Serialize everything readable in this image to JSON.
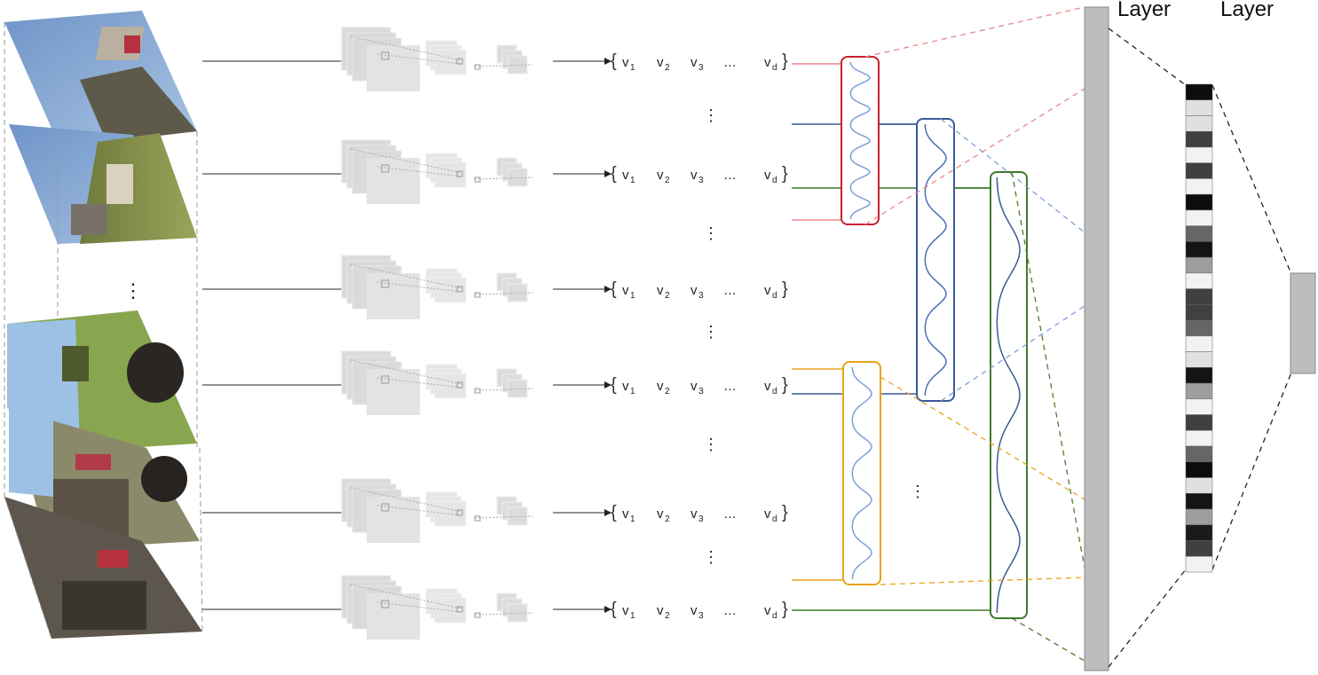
{
  "labels": {
    "layer_a": "Layer",
    "layer_b": "Layer",
    "ellipsis": "⋮",
    "dots": "…"
  },
  "vector": {
    "v1": "v",
    "v1_sub": "1",
    "v2": "v",
    "v2_sub": "2",
    "v3": "v",
    "v3_sub": "3",
    "vd": "v",
    "vd_sub": "d"
  },
  "colors": {
    "red": "#c8202e",
    "red_light": "#e8868c",
    "blue": "#3c5a98",
    "blue_light": "#7ba0d8",
    "green": "#3f7a2a",
    "green_dark": "#4c7d2a",
    "orange": "#e8a21a",
    "layer_gray": "#bdbdbd",
    "cnn_gray": "#dcdcdc"
  },
  "feature_strip": [
    0.05,
    0.88,
    0.88,
    0.25,
    0.95,
    0.25,
    0.95,
    0.05,
    0.95,
    0.4,
    0.08,
    0.62,
    0.95,
    0.25,
    0.25,
    0.4,
    0.95,
    0.88,
    0.08,
    0.62,
    0.95,
    0.25,
    0.95,
    0.4,
    0.05,
    0.88,
    0.08,
    0.62,
    0.1,
    0.25,
    0.95
  ]
}
